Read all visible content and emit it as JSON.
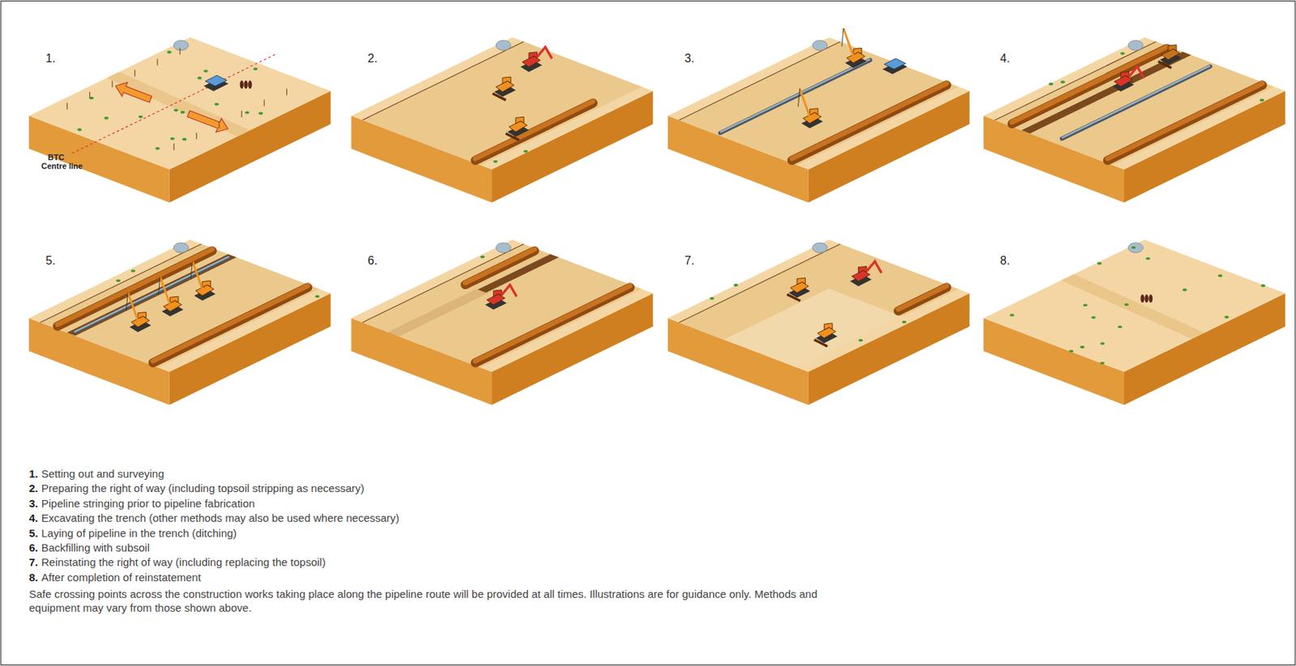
{
  "diagram": {
    "labels": [
      "1.",
      "2.",
      "3.",
      "4.",
      "5.",
      "6.",
      "7.",
      "8.",
      "BTC",
      "Centre line",
      "1.",
      "Setting out and surveying",
      "2.",
      "Preparing the right of way (including topsoil stripping as necessary)",
      "3.",
      "Pipeline stringing prior to pipeline fabrication",
      "4.",
      "Excavating the trench (other methods may also be used where necessary)",
      "5.",
      "Laying of pipeline in the trench (ditching)",
      "6.",
      "Backfilling with subsoil",
      "7.",
      "Reinstating the right of way (including replacing the topsoil)",
      "8.",
      "After completion of reinstatement",
      "Safe crossing points across the construction works taking place along the pipeline route will be provided at all times. Illustrations are for guidance only. Methods and equipment may vary from those shown above."
    ]
  }
}
